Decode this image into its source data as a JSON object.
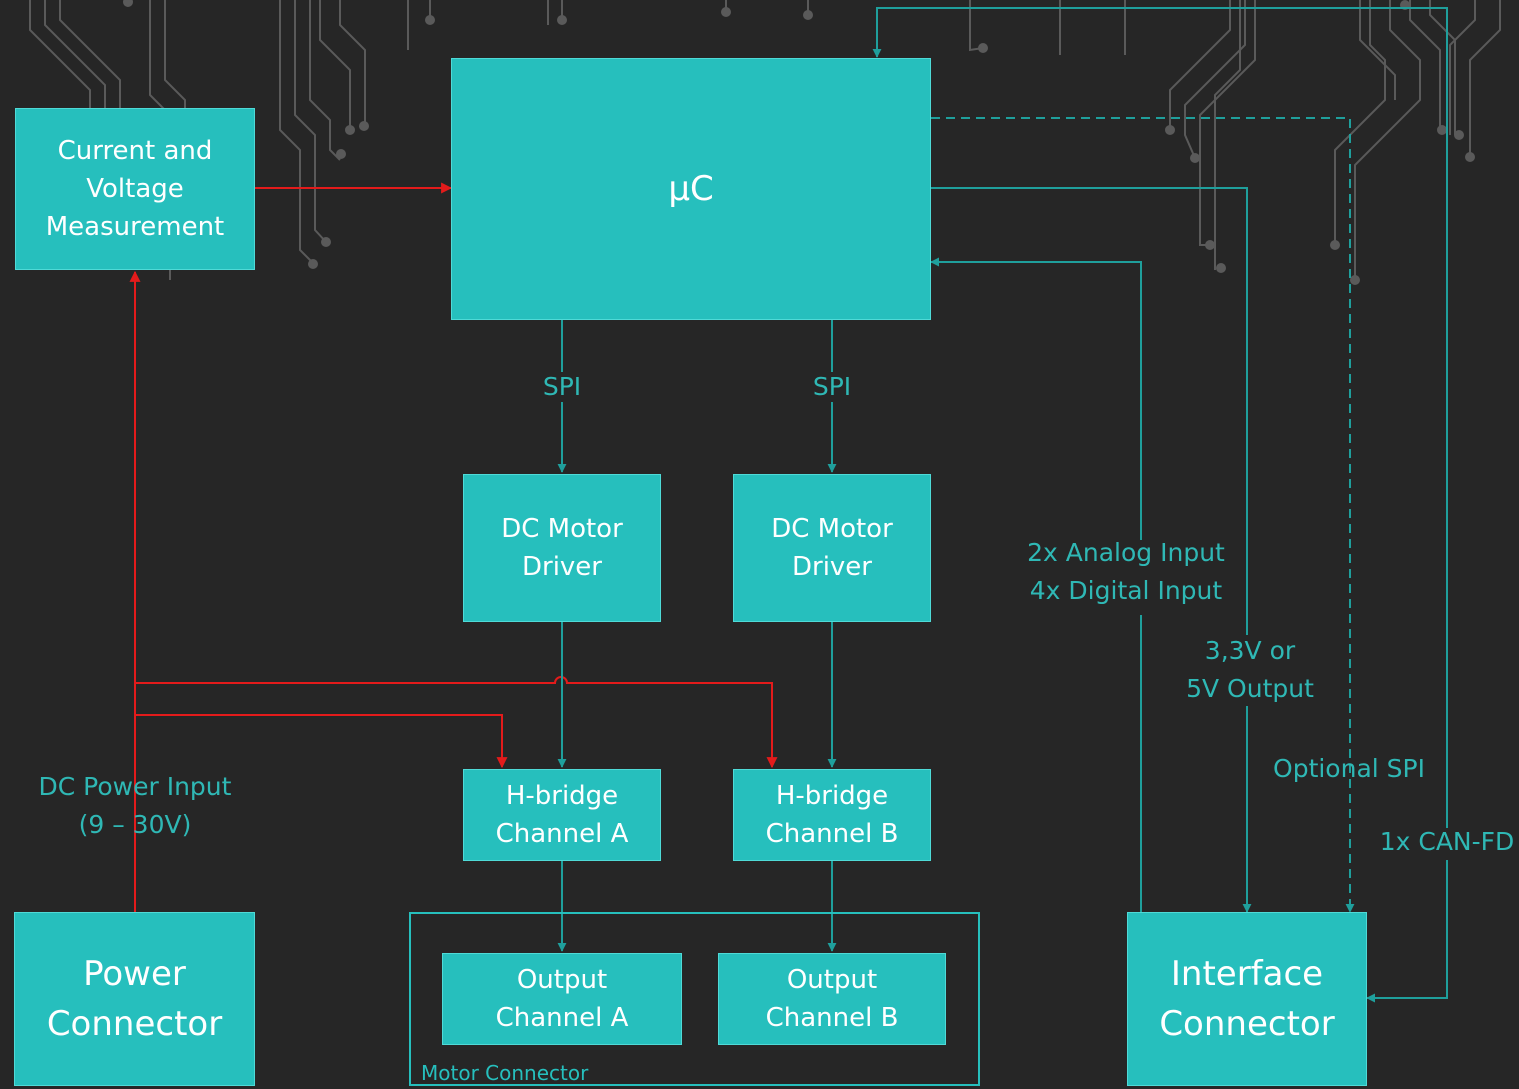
{
  "colors": {
    "background": "#262626",
    "block": "#26bfbd",
    "signal": "#1f9f9c",
    "power": "#e31b1b",
    "trace": "#5a5a5a"
  },
  "blocks": {
    "current_voltage": "Current and\nVoltage\nMeasurement",
    "uc": "µC",
    "motor_driver_a": "DC Motor\nDriver",
    "motor_driver_b": "DC Motor\nDriver",
    "hbridge_a": "H-bridge\nChannel A",
    "hbridge_b": "H-bridge\nChannel B",
    "output_a": "Output\nChannel A",
    "output_b": "Output\nChannel B",
    "power_connector": "Power\nConnector",
    "interface_connector": "Interface\nConnector"
  },
  "labels": {
    "spi_a": "SPI",
    "spi_b": "SPI",
    "dc_power_input": "DC Power Input\n(9 – 30V)",
    "analog_digital": "2x Analog Input\n4x Digital Input",
    "voltage_output": "3,3V or\n5V Output",
    "optional_spi": "Optional SPI",
    "can_fd": "1x CAN-FD",
    "motor_connector": "Motor Connector"
  }
}
